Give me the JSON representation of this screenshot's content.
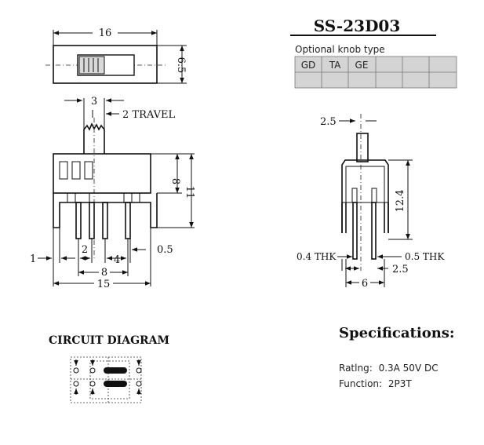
{
  "part_number": "SS-23D03",
  "knob_table": {
    "title": "Optional knob type",
    "columns": [
      "GD",
      "TA",
      "GE",
      "",
      "",
      ""
    ]
  },
  "top_view": {
    "width": "16",
    "height": "6.5"
  },
  "front_view": {
    "knob_width": "3",
    "travel": "2 TRAVEL",
    "body_height": "8",
    "total_height": "11",
    "pin_offset": "1",
    "pitch_a": "2",
    "pitch_b": "4",
    "pin_width": "0.5",
    "span_inner": "8",
    "span_total": "15"
  },
  "side_view": {
    "knob_offset": "2.5",
    "height": "12.4",
    "pin_thk": "0.4 THK",
    "frame_thk": "0.5  THK",
    "leg_offset": "2.5",
    "width": "6"
  },
  "circuit": {
    "title": "CIRCUIT DIAGRAM"
  },
  "specifications": {
    "title": "Specifications:",
    "rating_label": "Ratlng:",
    "rating_value": "0.3A 50V  DC",
    "function_label": "Function:",
    "function_value": "2P3T"
  }
}
